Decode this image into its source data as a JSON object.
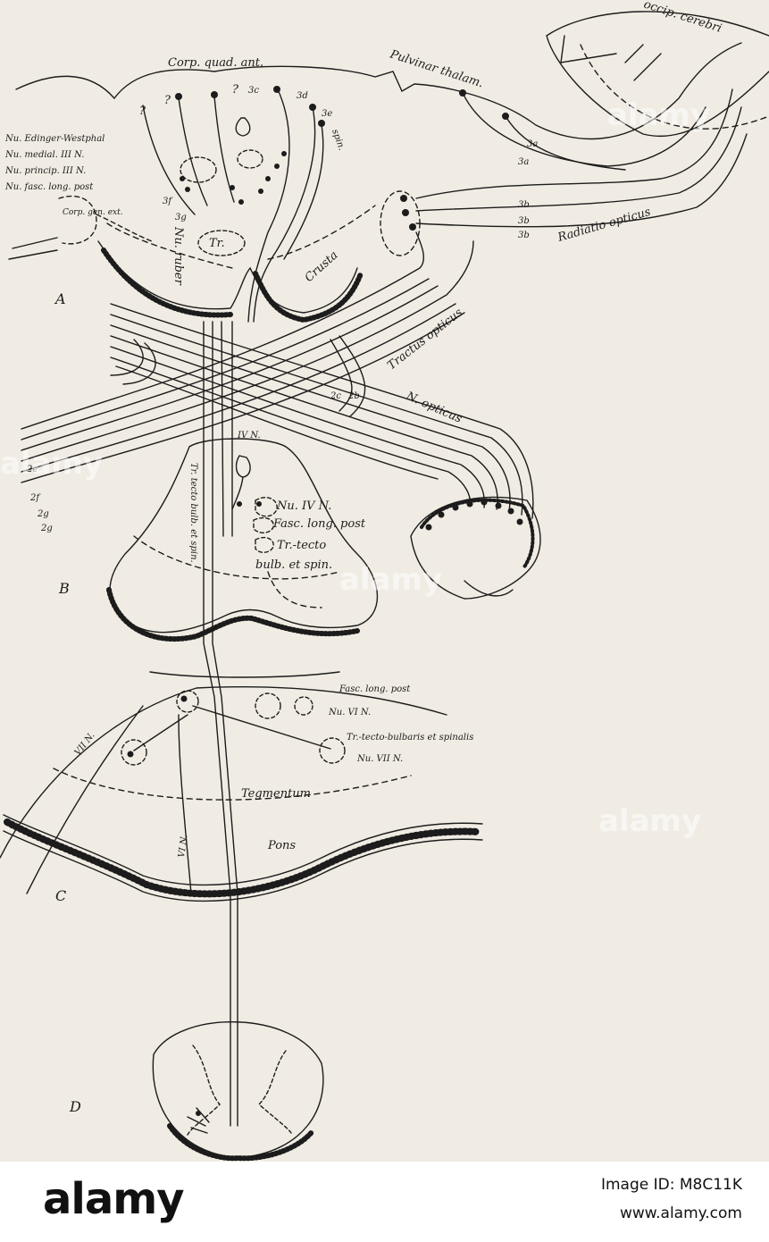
{
  "figure": {
    "labels": {
      "corp_quad": "Corp. quad. ant.",
      "pulvinar": "Pulvinar thalam.",
      "occip": "occip. cerebri",
      "edinger": "Nu. Edinger-Westphal",
      "medial": "Nu. medial. III N.",
      "princip": "Nu. princip. III N.",
      "fasc_post": "Nu. fasc. long. post",
      "corp_gen": "Corp. gen. ext.",
      "ruber": "Nu. ruber",
      "tr": "Tr.",
      "crusta": "Crusta",
      "radiatio": "Radiatio opticus",
      "tractus": "Tractus opticus",
      "n_opticus": "N. opticus",
      "iv_n": "IV N.",
      "nu_iv": "Nu. IV N.",
      "fasc_long_b": "Fasc. long. post",
      "tr_tecto_b": "Tr.-tecto",
      "bulb_spin": "bulb. et spin.",
      "tr_tecto_bulb": "Tr. tecto bulb. et spin.",
      "fasc_long_c": "Fasc. long. post",
      "nu_vi": "Nu. VI N.",
      "tr_tecto_c": "Tr.-tecto-bulbaris et spinalis",
      "nu_vii": "Nu. VII N.",
      "vii_n": "VII N.",
      "vi_n": "VI N.",
      "tegmentum": "Tegmentum",
      "pons": "Pons",
      "spin": "spin."
    },
    "fiber_codes": {
      "c3a": "3a",
      "c3b": "3b",
      "c3c": "3c",
      "c3d": "3d",
      "c3e": "3e",
      "c3f": "3f",
      "c3g": "3g",
      "c2b": "2b",
      "c2c": "2c",
      "c2e": "2e",
      "c2f": "2f",
      "c2g": "2g",
      "q": "?"
    },
    "panels": {
      "a": "A",
      "b": "B",
      "c": "C",
      "d": "D"
    }
  },
  "watermark": {
    "text": "alamy"
  },
  "footer": {
    "brand": "alamy",
    "image_id": "Image ID: M8C11K",
    "site": "www.alamy.com"
  },
  "colors": {
    "paper": "#f0ece3",
    "ink": "#1c1c1c",
    "footer_bg": "#ffffff"
  }
}
